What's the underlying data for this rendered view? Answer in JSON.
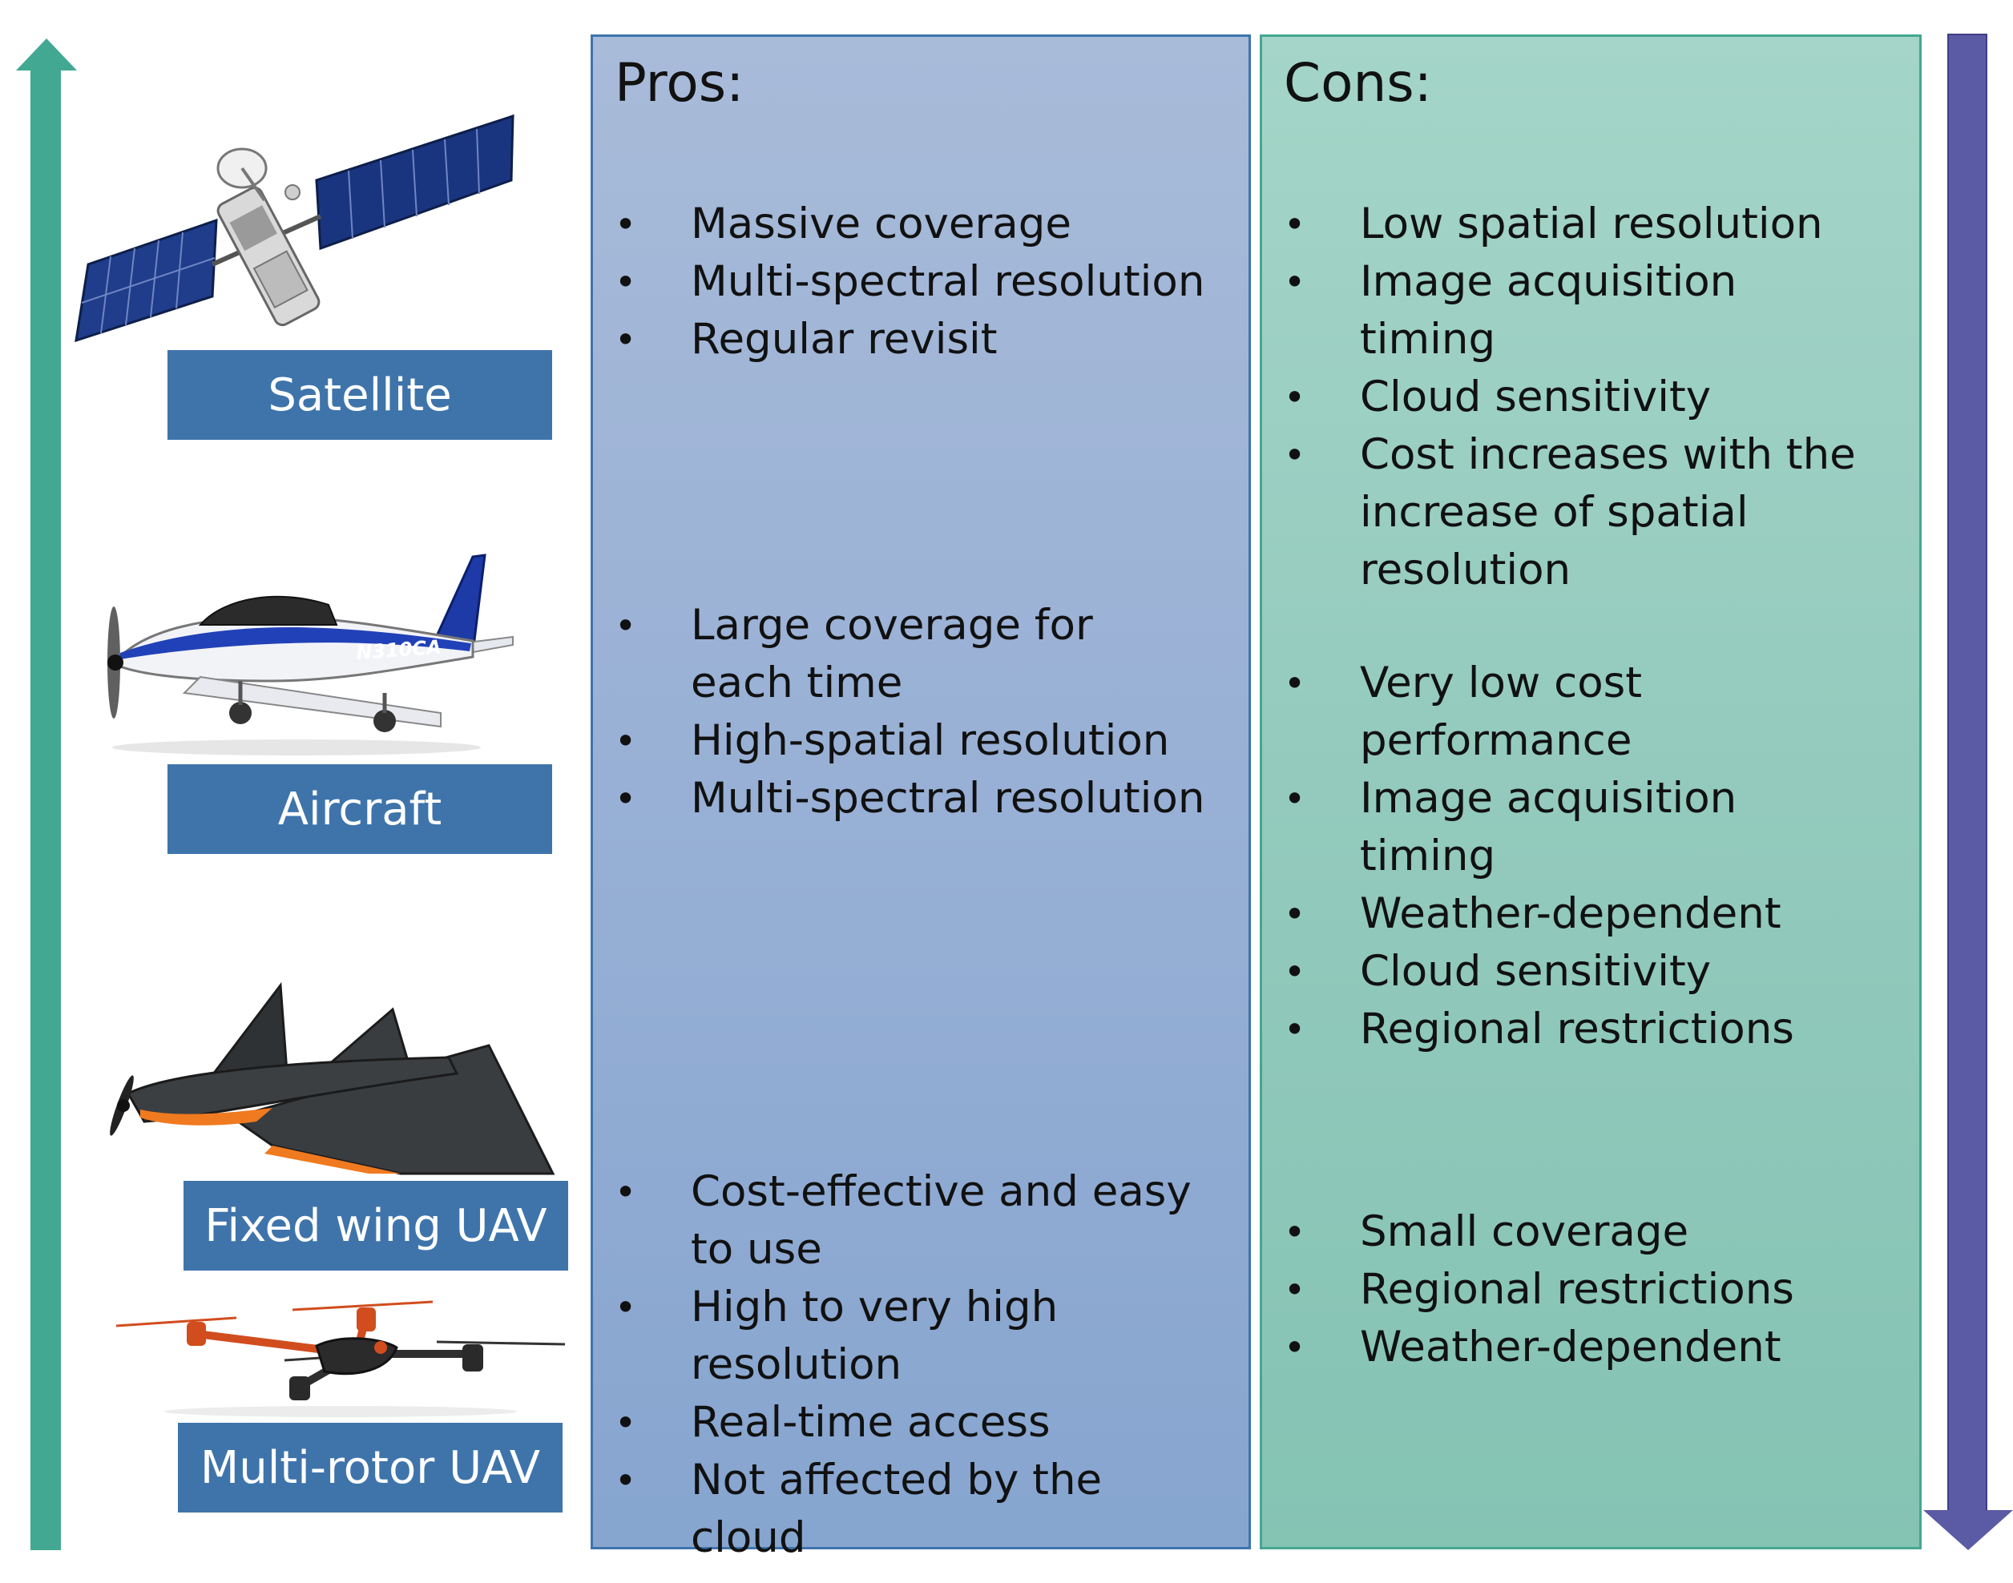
{
  "platforms": [
    {
      "label": "Satellite",
      "icon": "satellite-icon"
    },
    {
      "label": "Aircraft",
      "icon": "aircraft-icon"
    },
    {
      "label": "Fixed wing UAV",
      "icon": "fixed-wing-uav-icon"
    },
    {
      "label": "Multi-rotor UAV",
      "icon": "multirotor-uav-icon"
    }
  ],
  "aircraft_tail": "N310CA",
  "pros": {
    "title": "Pros:",
    "groups": [
      [
        "Massive coverage",
        "Multi-spectral resolution",
        "Regular revisit"
      ],
      [
        "Large coverage for each time",
        "High-spatial resolution",
        "Multi-spectral resolution"
      ],
      [
        "Cost-effective and easy to use",
        "High to very  high resolution",
        "Real-time access",
        "Not affected by the cloud"
      ]
    ]
  },
  "cons": {
    "title": "Cons:",
    "groups": [
      [
        "Low spatial resolution",
        "Image acquisition timing",
        "Cloud sensitivity",
        "Cost increases with the increase of spatial resolution"
      ],
      [
        "Very low cost performance",
        "Image acquisition timing",
        "Weather-dependent",
        "Cloud sensitivity",
        "Regional restrictions"
      ],
      [
        "Small coverage",
        "Regional restrictions",
        "Weather-dependent"
      ]
    ]
  },
  "colors": {
    "up_arrow": "#42a891",
    "down_arrow": "#5b5aa4",
    "pros_panel": "#98b0d5",
    "cons_panel": "#93cabd",
    "label_bg": "#3f74ab"
  }
}
